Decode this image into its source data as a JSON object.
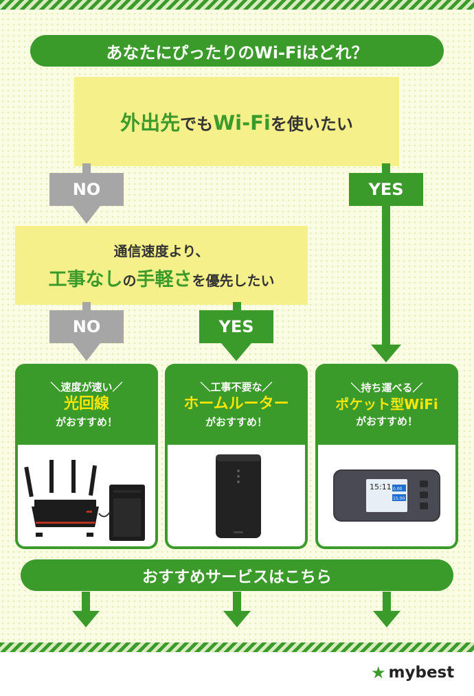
{
  "header": {
    "title": "あなたにぴったりのWi-Fiはどれ？"
  },
  "question1": {
    "part1": "外出先",
    "part2": "でも",
    "part3": "Wi-Fi",
    "part4": "を使いたい"
  },
  "question2": {
    "line1": "通信速度より、",
    "part1": "工事なし",
    "part2": "の",
    "part3": "手軽さ",
    "part4": "を優先したい"
  },
  "labels": {
    "no1": "NO",
    "yes1": "YES",
    "no2": "NO",
    "yes2": "YES"
  },
  "cards": [
    {
      "sub": "＼速度が速い／",
      "title": "光回線",
      "rec": "がおすすめ！",
      "image": "fiber-router-and-onu"
    },
    {
      "sub": "＼工事不要な／",
      "title": "ホームルーター",
      "rec": "がおすすめ！",
      "image": "home-router"
    },
    {
      "sub": "＼持ち運べる／",
      "title": "ポケット型WiFi",
      "rec": "がおすすめ！",
      "image": "pocket-wifi",
      "screen": {
        "time": "15:11",
        "value": "0.00",
        "capacity": "15.00"
      }
    }
  ],
  "footer": {
    "label": "おすすめサービスはこちら"
  },
  "logo": {
    "text": "mybest",
    "icon": "star-icon"
  },
  "colors": {
    "green": "#3a9a2a",
    "yellow": "#f5f08a",
    "gray": "#a6a6a6",
    "highlight": "#ffe600"
  }
}
